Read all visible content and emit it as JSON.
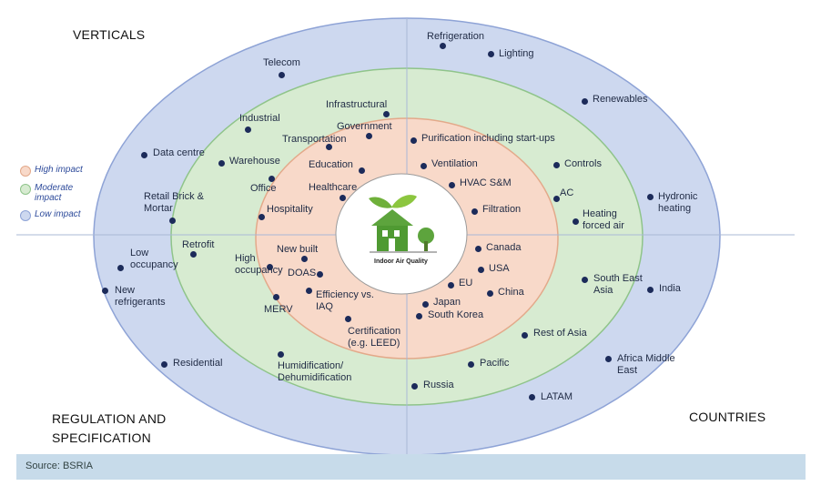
{
  "quadrants": {
    "top_left": "VERTICALS",
    "bottom_left": "REGULATION AND\nSPECIFICATION",
    "bottom_right": "COUNTRIES"
  },
  "legend": [
    {
      "label": "High impact",
      "color": "#f8d9c9",
      "border": "#e3a98a"
    },
    {
      "label": "Moderate\nimpact",
      "color": "#d7ebd1",
      "border": "#8fc48a"
    },
    {
      "label": "Low impact",
      "color": "#cdd8ef",
      "border": "#8ea3d6"
    }
  ],
  "center": {
    "label": "Indoor Air Quality",
    "icon": "house-icon"
  },
  "colors": {
    "high": "#f8d9c9",
    "moderate": "#d7ebd1",
    "low": "#cdd8ef",
    "dot": "#1c2b5a"
  },
  "items": [
    {
      "label": "Refrigeration",
      "ring": "low"
    },
    {
      "label": "Lighting",
      "ring": "low"
    },
    {
      "label": "Telecom",
      "ring": "low"
    },
    {
      "label": "Renewables",
      "ring": "low"
    },
    {
      "label": "Data centre",
      "ring": "low"
    },
    {
      "label": "Retail Brick &\nMortar",
      "ring": "low"
    },
    {
      "label": "Hydronic\nheating",
      "ring": "low"
    },
    {
      "label": "Low\noccupancy",
      "ring": "low"
    },
    {
      "label": "New\nrefrigerants",
      "ring": "low"
    },
    {
      "label": "India",
      "ring": "low"
    },
    {
      "label": "Residential",
      "ring": "low"
    },
    {
      "label": "Africa Middle\nEast",
      "ring": "low"
    },
    {
      "label": "LATAM",
      "ring": "low"
    },
    {
      "label": "Infrastructural",
      "ring": "moderate"
    },
    {
      "label": "Industrial",
      "ring": "moderate"
    },
    {
      "label": "Warehouse",
      "ring": "moderate"
    },
    {
      "label": "Office",
      "ring": "moderate"
    },
    {
      "label": "Controls",
      "ring": "moderate"
    },
    {
      "label": "AC",
      "ring": "moderate"
    },
    {
      "label": "Heating\nforced air",
      "ring": "moderate"
    },
    {
      "label": "Retrofit",
      "ring": "moderate"
    },
    {
      "label": "South East\nAsia",
      "ring": "moderate"
    },
    {
      "label": "MERV",
      "ring": "moderate"
    },
    {
      "label": "Rest of Asia",
      "ring": "moderate"
    },
    {
      "label": "Humidification/\nDehumidification",
      "ring": "moderate"
    },
    {
      "label": "Pacific",
      "ring": "moderate"
    },
    {
      "label": "Russia",
      "ring": "moderate"
    },
    {
      "label": "Government",
      "ring": "high"
    },
    {
      "label": "Transportation",
      "ring": "high"
    },
    {
      "label": "Purification including start-ups",
      "ring": "high"
    },
    {
      "label": "Education",
      "ring": "high"
    },
    {
      "label": "Ventilation",
      "ring": "high"
    },
    {
      "label": "Healthcare",
      "ring": "high"
    },
    {
      "label": "HVAC S&M",
      "ring": "high"
    },
    {
      "label": "Hospitality",
      "ring": "high"
    },
    {
      "label": "Filtration",
      "ring": "high"
    },
    {
      "label": "New built",
      "ring": "high"
    },
    {
      "label": "Canada",
      "ring": "high"
    },
    {
      "label": "High\noccupancy",
      "ring": "high"
    },
    {
      "label": "USA",
      "ring": "high"
    },
    {
      "label": "DOAS",
      "ring": "high"
    },
    {
      "label": "EU",
      "ring": "high"
    },
    {
      "label": "Efficiency vs.\nIAQ",
      "ring": "high"
    },
    {
      "label": "China",
      "ring": "high"
    },
    {
      "label": "Japan",
      "ring": "high"
    },
    {
      "label": "South Korea",
      "ring": "high"
    },
    {
      "label": "Certification\n(e.g. LEED)",
      "ring": "high"
    }
  ],
  "source": "Source: BSRIA"
}
